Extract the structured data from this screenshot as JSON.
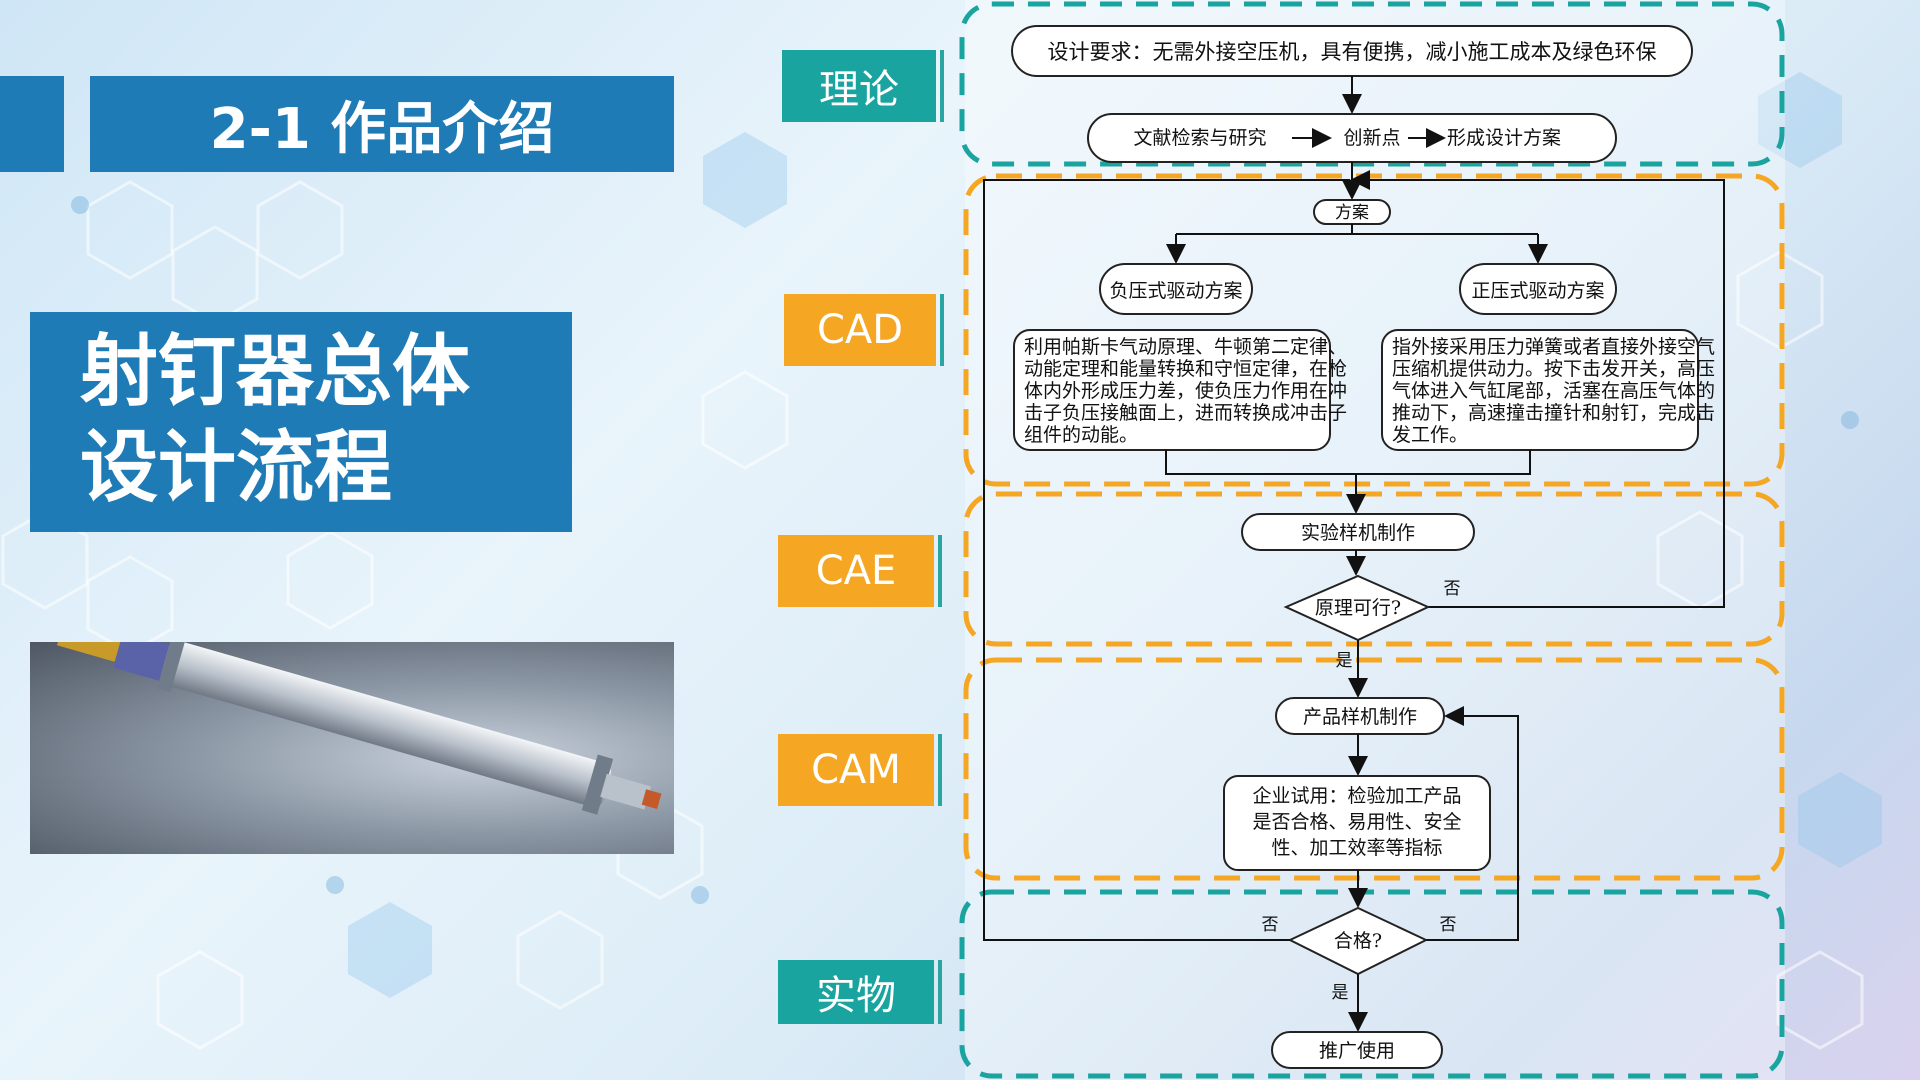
{
  "header": {
    "section_title": "2-1 作品介绍"
  },
  "main_title": {
    "line1": "射钉器总体",
    "line2": "设计流程"
  },
  "photo": {
    "subject": "nail-gun-render"
  },
  "stage_labels": [
    {
      "label": "理论",
      "color": "#1aa4a0"
    },
    {
      "label": "CAD",
      "color": "#f5a623"
    },
    {
      "label": "CAE",
      "color": "#f5a623"
    },
    {
      "label": "CAM",
      "color": "#f5a623"
    },
    {
      "label": "实物",
      "color": "#1aa4a0"
    }
  ],
  "flowchart": {
    "design_requirement": "设计要求：无需外接空压机，具有便携，减小施工成本及绿色环保",
    "research": {
      "step1": "文献检索与研究",
      "step2": "创新点",
      "step3": "形成设计方案"
    },
    "plan": "方案",
    "negative_plan": {
      "title": "负压式驱动方案",
      "desc_lines": [
        "利用帕斯卡气动原理、牛顿第二定律、",
        "动能定理和能量转换和守恒定律，在枪",
        "体内外形成压力差，使负压力作用在冲",
        "击子负压接触面上，进而转换成冲击子",
        "组件的动能。"
      ]
    },
    "positive_plan": {
      "title": "正压式驱动方案",
      "desc_lines": [
        "指外接采用压力弹簧或者直接外接空气",
        "压缩机提供动力。按下击发开关，高压",
        "气体进入气缸尾部，活塞在高压气体的",
        "推动下，高速撞击撞针和射钉，完成击",
        "发工作。"
      ]
    },
    "prototype_test": "实验样机制作",
    "feasible_question": "原理可行?",
    "no_label": "否",
    "yes_label": "是",
    "product_prototype": "产品样机制作",
    "enterprise_trial_lines": [
      "企业试用：检验加工产品",
      "是否合格、易用性、安全",
      "性、加工效率等指标"
    ],
    "qualified_question": "合格?",
    "promote": "推广使用"
  },
  "colors": {
    "teal": "#1aa4a0",
    "orange": "#f5a623",
    "blue": "#1f7bb6"
  }
}
